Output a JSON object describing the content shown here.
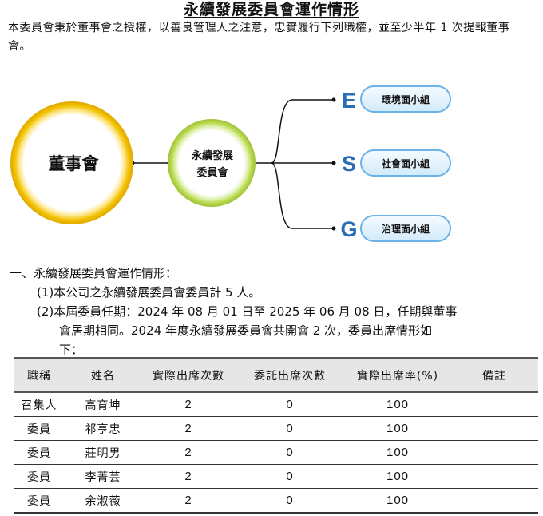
{
  "title": "永續發展委員會運作情形",
  "intro": "本委員會秉於董事會之授權，以善良管理人之注意，忠實履行下列職權，並至少半年 1 次提報董事會。",
  "diagram": {
    "board": "董事會",
    "committee_line1": "永續發展",
    "committee_line2": "委員會",
    "branches": [
      {
        "letter": "E",
        "label": "環境面小組"
      },
      {
        "letter": "S",
        "label": "社會面小組"
      },
      {
        "letter": "G",
        "label": "治理面小組"
      }
    ],
    "colors": {
      "board_ring": "#f2c200",
      "committee_ring": "#b8d84a",
      "letters": "#2a6db5",
      "pill_fill": "#e3f1fb",
      "pill_border": "#6bb3e6"
    }
  },
  "section": {
    "heading": "一、永續發展委員會運作情形：",
    "item1": "(1)本公司之永續發展委員會委員計 5 人。",
    "item2": "(2)本屆委員任期：2024 年 08 月 01 日至 2025 年 06 月 08 日，任期與董事",
    "item2_cont": "會居期相同。2024 年度永續發展委員會共開會 2 次，委員出席情形如",
    "item2_cont2": "下："
  },
  "table": {
    "headers": [
      "職稱",
      "姓名",
      "實際出席次數",
      "委託出席次數",
      "實際出席率(%)",
      "備註"
    ],
    "rows": [
      {
        "title": "召集人",
        "name": "高育坤",
        "attended": "2",
        "proxy": "0",
        "rate": "100",
        "note": ""
      },
      {
        "title": "委員",
        "name": "祁亨忠",
        "attended": "2",
        "proxy": "0",
        "rate": "100",
        "note": ""
      },
      {
        "title": "委員",
        "name": "莊明男",
        "attended": "2",
        "proxy": "0",
        "rate": "100",
        "note": ""
      },
      {
        "title": "委員",
        "name": "李菁芸",
        "attended": "2",
        "proxy": "0",
        "rate": "100",
        "note": ""
      },
      {
        "title": "委員",
        "name": "余淑薇",
        "attended": "2",
        "proxy": "0",
        "rate": "100",
        "note": ""
      }
    ]
  }
}
